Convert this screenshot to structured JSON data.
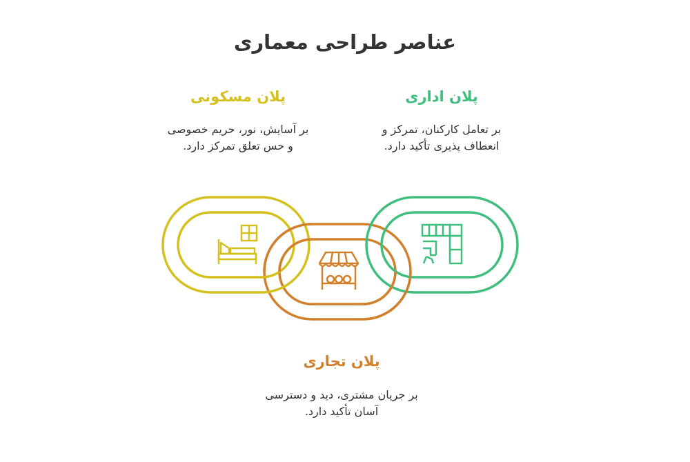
{
  "title": "عناصر طراحی معماری",
  "colors": {
    "residential": "#d4c11f",
    "commercial": "#d1812e",
    "office": "#3fbe7e",
    "text": "#333333"
  },
  "items": [
    {
      "id": "residential",
      "heading": "پلان مسکونی",
      "description": "بر آسایش، نور، حریم خصوصی و حس تعلق تمرکز دارد.",
      "icon": "bed-and-window-icon"
    },
    {
      "id": "office",
      "heading": "پلان اداری",
      "description": "بر تعامل کارکنان، تمرکز و انعطاف پذیری تأکید دارد.",
      "icon": "office-layout-icon"
    },
    {
      "id": "commercial",
      "heading": "پلان تجاری",
      "description": "بر جریان مشتری، دید و دسترسی آسان تأکید دارد.",
      "icon": "market-stall-icon"
    }
  ]
}
